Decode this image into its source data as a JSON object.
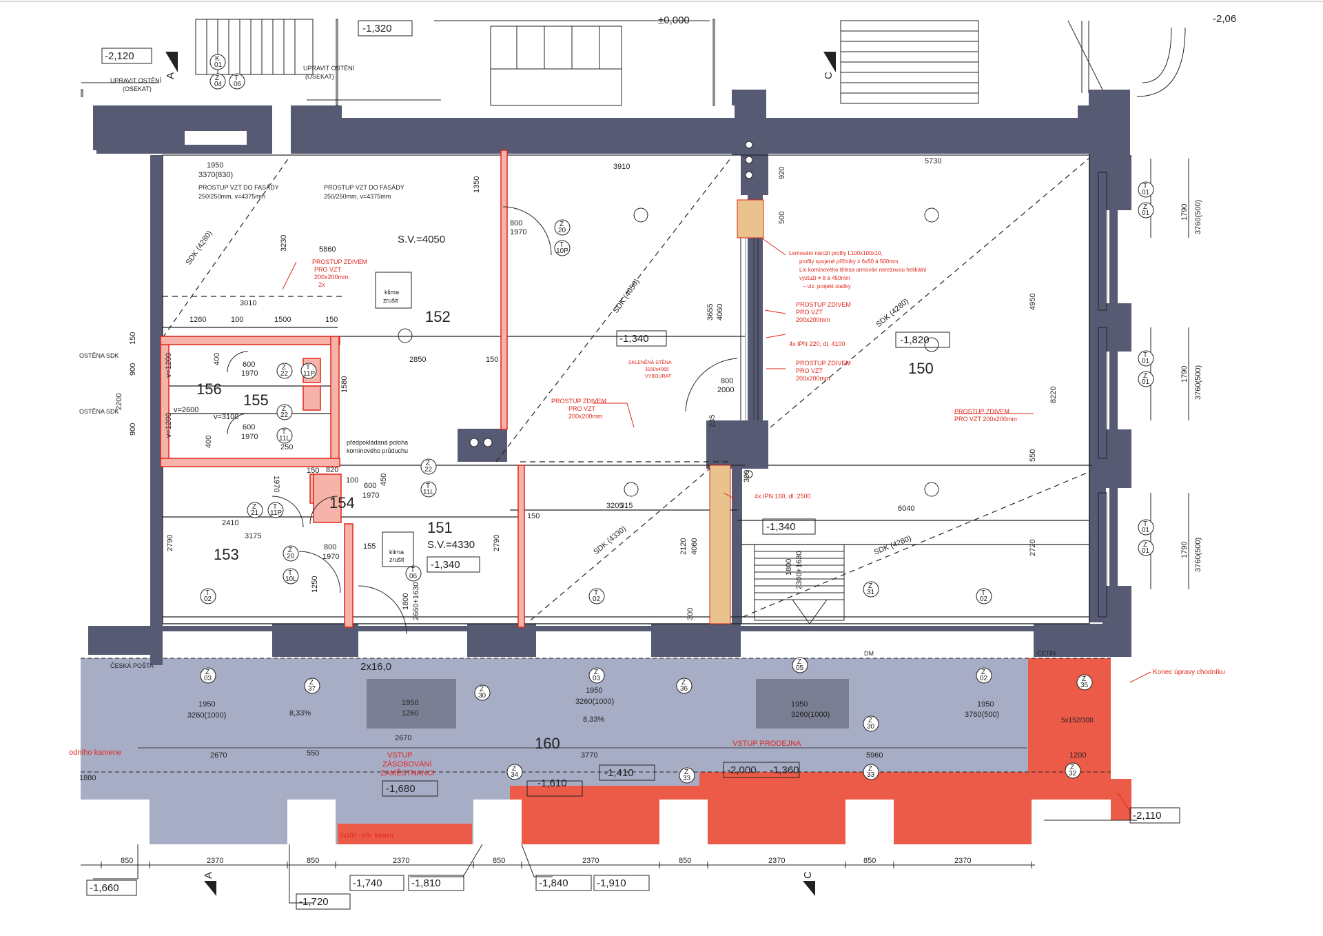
{
  "levels": {
    "l_m2120": "-2,120",
    "l_m1320": "-1,320",
    "l_pm0000": "±0,000",
    "l_m2060": "-2,06",
    "l_m1340_a": "-1,340",
    "l_m1820": "-1,820",
    "l_m1340_b": "-1,340",
    "l_m1340_c": "-1,340",
    "l_m1680": "-1,680",
    "l_m1610": "-1,610",
    "l_m1410": "-1,410",
    "l_m1360": "-1,360",
    "l_m2000": "-2,000",
    "l_m2110": "-2,110",
    "l_m1660": "-1,660",
    "l_m1720": "-1,720",
    "l_m1740": "-1,740",
    "l_m1810": "-1,810",
    "l_m1840": "-1,840",
    "l_m1910": "-1,910"
  },
  "rooms": {
    "r152": "152",
    "r150": "150",
    "r151": "151",
    "r153": "153",
    "r154": "154",
    "r155": "155",
    "r156": "156",
    "r160": "160"
  },
  "sv": {
    "sv4050": "S.V.=4050",
    "sv4330": "S.V.=4330"
  },
  "notes": {
    "upravit1": "UPRAVIT OSTĚNÍ",
    "osekat1": "(OSEKAT)",
    "upravit2": "UPRAVIT OSTĚNÍ",
    "osekat2": "(OSEKAT)",
    "prostup_fasady1": "PROSTUP VZT DO FASÁDY",
    "prostup_fasady1_b": "250/250mm, v=4375mm",
    "prostup_fasady2": "PROSTUP VZT DO FASÁDY",
    "prostup_fasady2_b": "250/250mm, v=4375mm",
    "klima1": "klima",
    "klima1_b": "zrušit",
    "klima2": "klima",
    "klima2_b": "zrušit",
    "ostena_sdk1": "OSTĚNA SDK",
    "ostena_sdk2": "OSTĚNA SDK",
    "predpokladana": "předpokládaná poloha",
    "predpokladana_b": "komínového průduchu",
    "ceska_posta": "ČESKÁ POŠTA",
    "vstup_zas": "VSTUP",
    "vstup_zas_b": "ZÁSOBOVÁNÍ",
    "vstup_zas_c": "ZAMĚSTNANCI",
    "vstup_prod": "VSTUP PRODEJNA",
    "dm": "DM",
    "cetin": "CETIN",
    "prirodniho": "odního kamene",
    "rozvody_kamen": "2x100 - přír. kámen"
  },
  "red_notes": {
    "prostup_a": "PROSTUP ZDIVEM",
    "prostup_a_b": "PRO VZT",
    "prostup_a_c": "200x200mm",
    "prostup_a_d": "2x",
    "prostup_b": "PROSTUP ZDIVEM",
    "prostup_b_b": "PRO VZT",
    "prostup_b_c": "200x200mm",
    "prostup_c": "PROSTUP ZDIVEM",
    "prostup_c_b": "PRO VZT",
    "prostup_c_c": "200x200mm",
    "prostup_d": "PROSTUP ZDIVEM",
    "prostup_d_b": "PRO VZT",
    "prostup_d_c": "200x200mm",
    "prostup_e": "PROSTUP ZDIVEM",
    "prostup_e_b": "PRO VZT 200x200mm",
    "lemovani_1": "Lemování nároží profily L100x100x10,",
    "lemovani_2": "profily spojené příčníky ≠ 6x50 á 500mm",
    "lemovani_3": "Líc komínového tělesa armován nerezovou helikální",
    "lemovani_4": "výztuží ≠ 8 á 450mm",
    "lemovani_5": "– viz. projekt statiky",
    "ipn220": "4x IPN 220, dl. 4100",
    "ipn160": "4x IPN 160, dl. 2500",
    "sklenena_1": "SKLENĚNÁ STĚNA",
    "sklenena_2": "3150x4065",
    "sklenena_3": "VYBOURAT",
    "konec": "Konec úpravy chodníku",
    "stairs": "5x152/300"
  },
  "dims": {
    "d1950": "1950",
    "d3370": "3370(830)",
    "d1350": "1350",
    "d3910": "3910",
    "d5730": "5730",
    "d920": "920",
    "d500": "500",
    "d5860": "5860",
    "d3230": "3230",
    "d3010": "3010",
    "d1260": "1260",
    "d100": "100",
    "d1500": "1500",
    "d150a": "150",
    "d2850": "2850",
    "d150b": "150",
    "d1580": "1580",
    "d3655": "3655",
    "d4060": "4060",
    "d4950": "4950",
    "d8220": "8220",
    "d550": "550",
    "d2720": "2720",
    "d6040": "6040",
    "d3205": "3205",
    "d315": "315",
    "d150c": "150",
    "d2120": "2120",
    "d4060b": "4060",
    "d300a": "300",
    "d300b": "300",
    "d2410": "2410",
    "d3175": "3175",
    "d2790a": "2790",
    "d2790b": "2790",
    "d1250": "1250",
    "d155": "155",
    "d1790a": "1790",
    "d3760a": "3760(500)",
    "d1790b": "1790",
    "d3760b": "3760(500)",
    "d1790c": "1790",
    "d3760c": "3760(500)",
    "d800a": "800",
    "d1970a": "1970",
    "d800b": "800",
    "d2000": "2000",
    "d235": "235",
    "d600a": "600",
    "d1970b": "1970",
    "d600b": "600",
    "d1970c": "1970",
    "d600c": "600",
    "d1970d": "1970",
    "d800c": "800",
    "d1970e": "1970",
    "d1800": "1800",
    "d2660": "2660+1630",
    "d1800b": "1800",
    "d2300": "2300+1630",
    "d2200": "2200",
    "d900a": "900",
    "d900b": "900",
    "d150d": "150",
    "d250": "250",
    "d820": "820",
    "d100b": "100",
    "d450": "450",
    "v1200a": "v=1200",
    "v2600": "v=2600",
    "v1200b": "v=1200",
    "v3100": "v=3100",
    "d400a": "400",
    "d400b": "400",
    "d1970f": "1970",
    "d150e": "150",
    "b1950a": "1950",
    "b3260a": "3260(1000)",
    "b1950b": "1950",
    "b3260b": "3260(1000)",
    "b1950c": "1950",
    "b3260c": "1260",
    "b1950d": "1950",
    "b3260d": "3260(1000)",
    "b1950e": "1950",
    "b3760e": "3760(500)",
    "b2670a": "2670",
    "b550": "550",
    "b2670b": "2670",
    "b3770": "3770",
    "b5960": "5960",
    "b1200": "1200",
    "b1880": "1880",
    "b833a": "8,33%",
    "b833b": "8,33%",
    "b2x160": "2x16,0",
    "f850a": "850",
    "f2370a": "2370",
    "f850b": "850",
    "f2370b": "2370",
    "f850c": "850",
    "f2370c": "2370",
    "f850d": "850",
    "f2370d": "2370",
    "f850e": "850",
    "f2370e": "2370"
  },
  "tags": {
    "k01": "K",
    "k01b": "01",
    "z04": "Z",
    "z04b": "04",
    "t06": "T",
    "t06b": "06",
    "z20a": "Z",
    "z20ab": "20",
    "t10p": "T",
    "t10pb": "10P",
    "t01a": "T",
    "t01ab": "01",
    "z01a": "Z",
    "z01ab": "01",
    "t01b": "T",
    "t01bb": "01",
    "z01b": "Z",
    "z01bb": "01",
    "t01c": "T",
    "t01cb": "01",
    "z01c": "Z",
    "z01cb": "01",
    "z22a": "Z",
    "z22ab": "22",
    "t11p": "T",
    "t11pb": "11P",
    "z22b": "Z",
    "z22bb": "22",
    "t11l": "T",
    "t11lb": "11L",
    "z22c": "Z",
    "z22cb": "22",
    "t11lc": "T",
    "t11lcb": "11L",
    "z21": "Z",
    "z21b": "21",
    "t11pd": "T",
    "t11pdb": "11P",
    "z20b": "Z",
    "z20bb": "20",
    "t10l": "T",
    "t10lb": "10L",
    "t06c": "T",
    "t06cb": "06",
    "t02a": "T",
    "t02ab": "02",
    "t02b": "T",
    "t02bb": "02",
    "t02c": "T",
    "t02cb": "02",
    "z31": "Z",
    "z31b": "31",
    "z03a": "Z",
    "z03ab": "03",
    "z37": "Z",
    "z37b": "37",
    "z30a": "Z",
    "z30ab": "30",
    "z03b": "Z",
    "z03bb": "03",
    "z36": "Z",
    "z36b": "36",
    "z05": "Z",
    "z05b": "05",
    "z02": "Z",
    "z02b": "02",
    "z35": "Z",
    "z35b": "35",
    "z30b": "Z",
    "z30bb": "30",
    "z34": "Z",
    "z34b": "34",
    "z33a": "Z",
    "z33ab": "33",
    "z33b": "Z",
    "z33bb": "33",
    "z32": "Z",
    "z32b": "32"
  },
  "sections": {
    "sa_top": "A",
    "sc_top": "C",
    "sa_bot": "A",
    "sc_bot": "C"
  },
  "sdk": {
    "sdk4280a": "SDK (4280)",
    "sdk4050": "SDK (4050)",
    "sdk4280b": "SDK (4280)",
    "sdk4330": "SDK (4330)",
    "sdk4280c": "SDK (4280)"
  },
  "colors": {
    "wall": "#565a73",
    "sidewalk": "#a8adc6",
    "red": "#e0261b",
    "red_fill": "#ec5a48",
    "line": "#222222"
  }
}
